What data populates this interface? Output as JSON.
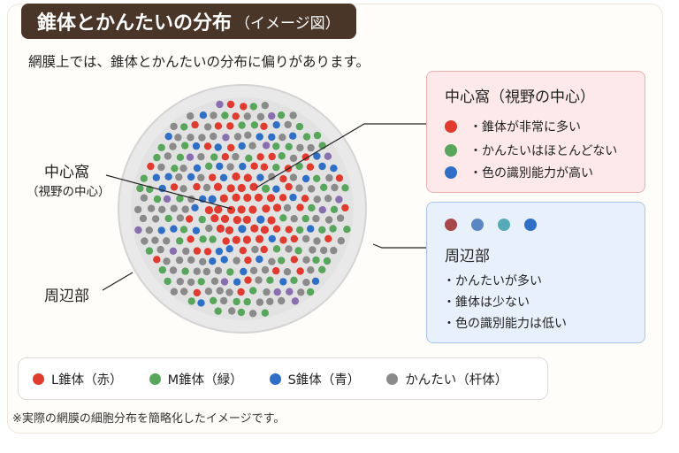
{
  "title": "錐体とかんたいの分布",
  "title_sub": "（イメージ図）",
  "intro": "網膜上では、錐体とかんたいの分布に偏りがあります。",
  "labels": {
    "fovea": "中心窩",
    "fovea_sub": "（視野の中心）",
    "periphery": "周辺部"
  },
  "fovea_box": {
    "title": "中心窩（視野の中心）",
    "items": [
      {
        "text": "・錐体が非常に多い",
        "color": "#e03b2e"
      },
      {
        "text": "・かんたいはほとんどない",
        "color": "#58a55c"
      },
      {
        "text": "・色の識別能力が高い",
        "color": "#2f6fc6"
      }
    ]
  },
  "periphery_box": {
    "title": "周辺部",
    "dot_colors": [
      "#a94848",
      "#5a86c4",
      "#57aab8",
      "#2f6fc6"
    ],
    "items": [
      "・かんたいが多い",
      "・錐体は少ない",
      "・色の識別能力は低い"
    ]
  },
  "legend": [
    {
      "label": "L錐体（赤）",
      "color": "#e03b2e"
    },
    {
      "label": "M錐体（緑）",
      "color": "#58a55c"
    },
    {
      "label": "S錐体（青）",
      "color": "#2f6fc6"
    },
    {
      "label": "かんたい（杆体）",
      "color": "#8a8a8a"
    }
  ],
  "footnote": "※実際の網膜の細胞分布を簡略化したイメージです。",
  "colors": {
    "cone_l": "#e03b2e",
    "cone_m": "#58a55c",
    "cone_s": "#2f6fc6",
    "rod": "#8a8a8a",
    "accent_extra": "#8a6fb0"
  }
}
